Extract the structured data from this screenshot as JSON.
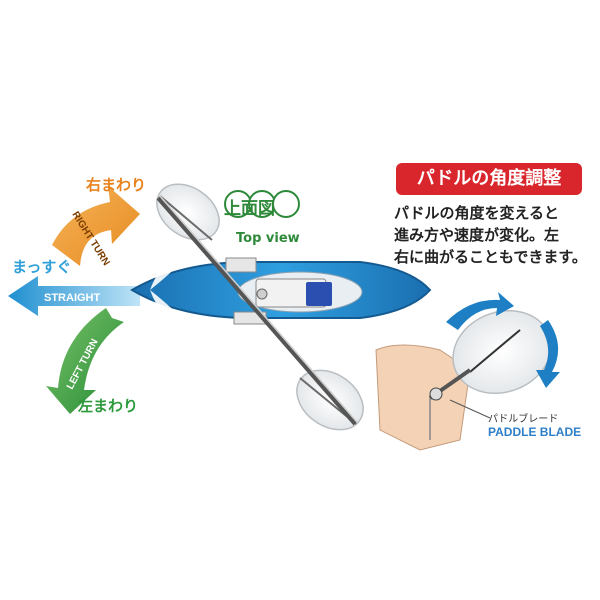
{
  "directions": {
    "right": {
      "jp": "右まわり",
      "en": "RIGHT TURN"
    },
    "straight": {
      "jp": "まっすぐ",
      "en": "STRAIGHT"
    },
    "left": {
      "jp": "左まわり",
      "en": "LEFT TURN"
    }
  },
  "view_badge": {
    "title": "上面図",
    "subtitle": "Top view"
  },
  "headline": "パドルの角度調整",
  "description": [
    "パドルの角度を変えると",
    "進み方や速度が変化。左",
    "右に曲がることもできます。"
  ],
  "paddle_blade": {
    "jp": "パドルブレード",
    "en": "PADDLE BLADE"
  },
  "colors": {
    "orange": "#f29a2e",
    "blue": "#2f9fd8",
    "green": "#2e9a3c",
    "red": "#d8262c",
    "hull_blue": "#1e7fc4",
    "skin": "#f3d2b5"
  }
}
